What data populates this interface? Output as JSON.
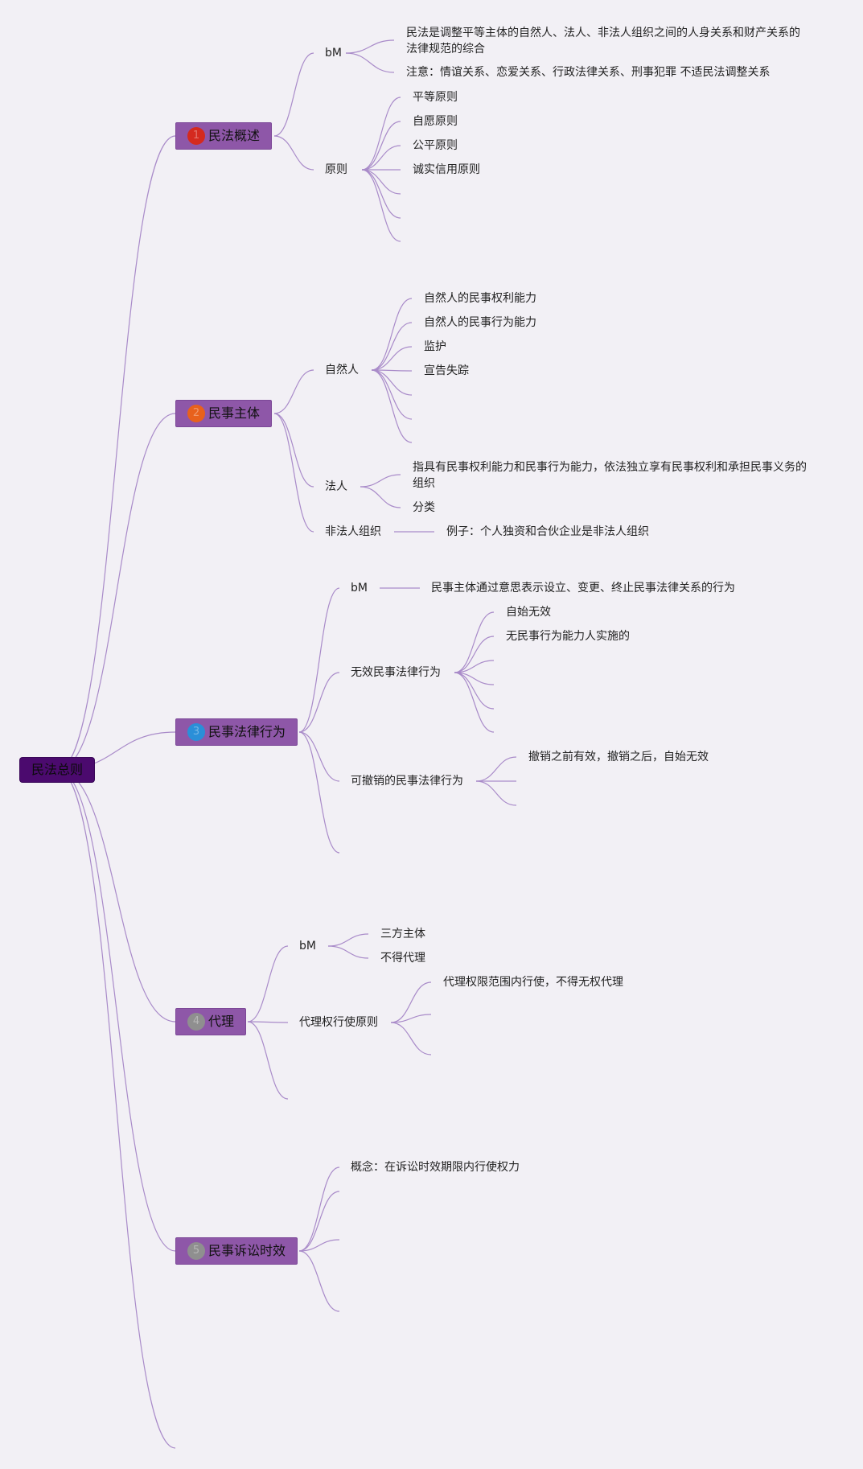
{
  "root": {
    "label": "民法总则"
  },
  "topics": [
    {
      "label": "民法概述",
      "badge": "1",
      "badge_color": "#d42a1f",
      "children": [
        {
          "label": "bM",
          "children": [
            {
              "label": "民法是调整平等主体的自然人、法人、非法人组织之间的人身关系和财产关系的法律规范的综合"
            },
            {
              "label": "注意：情谊关系、恋爱关系、行政法律关系、刑事犯罪 不适民法调整关系"
            }
          ]
        },
        {
          "label": "原则",
          "children": [
            {
              "label": "平等原则"
            },
            {
              "label": "自愿原则"
            },
            {
              "label": "公平原则"
            },
            {
              "label": "诚实信用原则"
            },
            {
              "label": ""
            },
            {
              "label": ""
            },
            {
              "label": ""
            }
          ]
        }
      ]
    },
    {
      "label": "民事主体",
      "badge": "2",
      "badge_color": "#e8611c",
      "children": [
        {
          "label": "自然人",
          "children": [
            {
              "label": "自然人的民事权利能力"
            },
            {
              "label": "自然人的民事行为能力"
            },
            {
              "label": "监护"
            },
            {
              "label": "宣告失踪"
            },
            {
              "label": ""
            },
            {
              "label": ""
            },
            {
              "label": ""
            }
          ]
        },
        {
          "label": "法人",
          "children": [
            {
              "label": "指具有民事权利能力和民事行为能力，依法独立享有民事权利和承担民事义务的组织"
            },
            {
              "label": "分类"
            }
          ]
        },
        {
          "label": "非法人组织",
          "children": [
            {
              "label": "例子：个人独资和合伙企业是非法人组织"
            }
          ]
        }
      ]
    },
    {
      "label": "民事法律行为",
      "badge": "3",
      "badge_color": "#2a8fd8",
      "children": [
        {
          "label": "bM",
          "children": [
            {
              "label": "民事主体通过意思表示设立、变更、终止民事法律关系的行为"
            }
          ]
        },
        {
          "label": "无效民事法律行为",
          "children": [
            {
              "label": "自始无效"
            },
            {
              "label": "无民事行为能力人实施的"
            },
            {
              "label": ""
            },
            {
              "label": ""
            },
            {
              "label": ""
            },
            {
              "label": ""
            }
          ]
        },
        {
          "label": "可撤销的民事法律行为",
          "children": [
            {
              "label": "撤销之前有效，撤销之后，自始无效"
            },
            {
              "label": ""
            },
            {
              "label": ""
            }
          ]
        },
        {
          "label": ""
        }
      ]
    },
    {
      "label": "代理",
      "badge": "4",
      "badge_color": "#8f8f8f",
      "children": [
        {
          "label": "bM",
          "children": [
            {
              "label": "三方主体"
            },
            {
              "label": "不得代理"
            }
          ]
        },
        {
          "label": "代理权行使原则",
          "children": [
            {
              "label": "代理权限范围内行使，不得无权代理"
            },
            {
              "label": ""
            },
            {
              "label": ""
            }
          ]
        },
        {
          "label": ""
        }
      ]
    },
    {
      "label": "民事诉讼时效",
      "badge": "5",
      "badge_color": "#8f8f8f",
      "children": [
        {
          "label": "概念：在诉讼时效期限内行使权力"
        },
        {
          "label": ""
        },
        {
          "label": ""
        },
        {
          "label": ""
        }
      ]
    },
    {
      "label": "",
      "badge": "",
      "badge_color": "#8f8f8f",
      "children": []
    }
  ],
  "colors": {
    "line": "#a98bc9",
    "topic_fill": "#8e57a8",
    "root_fill": "#4b0a6e",
    "background": "#f2f0f5"
  }
}
